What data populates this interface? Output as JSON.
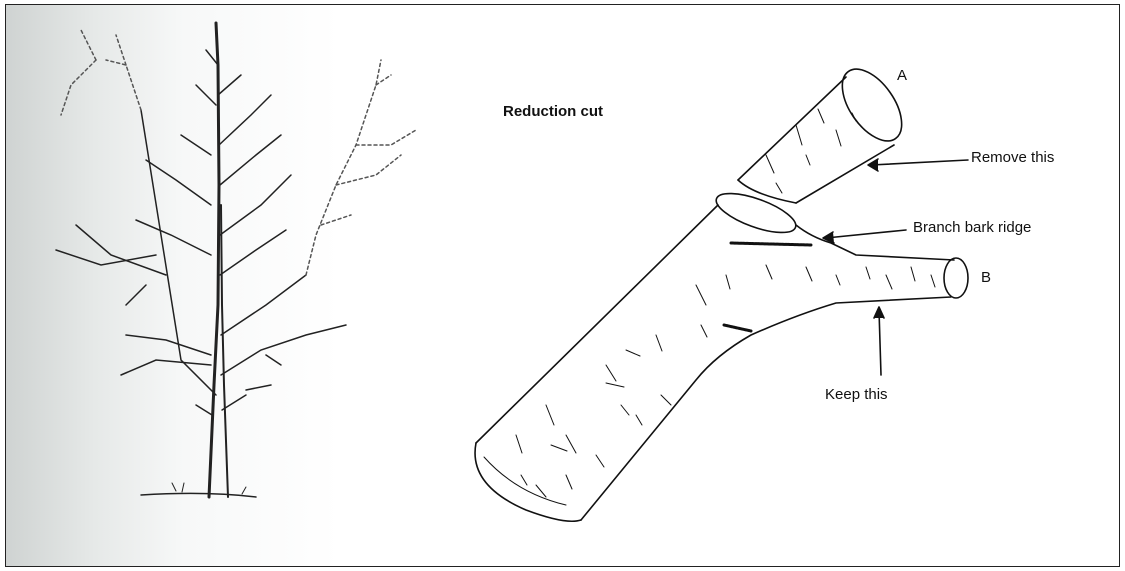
{
  "title": "Reduction cut",
  "labels": {
    "a": "A",
    "b": "B",
    "remove": "Remove this",
    "ridge": "Branch bark ridge",
    "keep": "Keep this"
  }
}
